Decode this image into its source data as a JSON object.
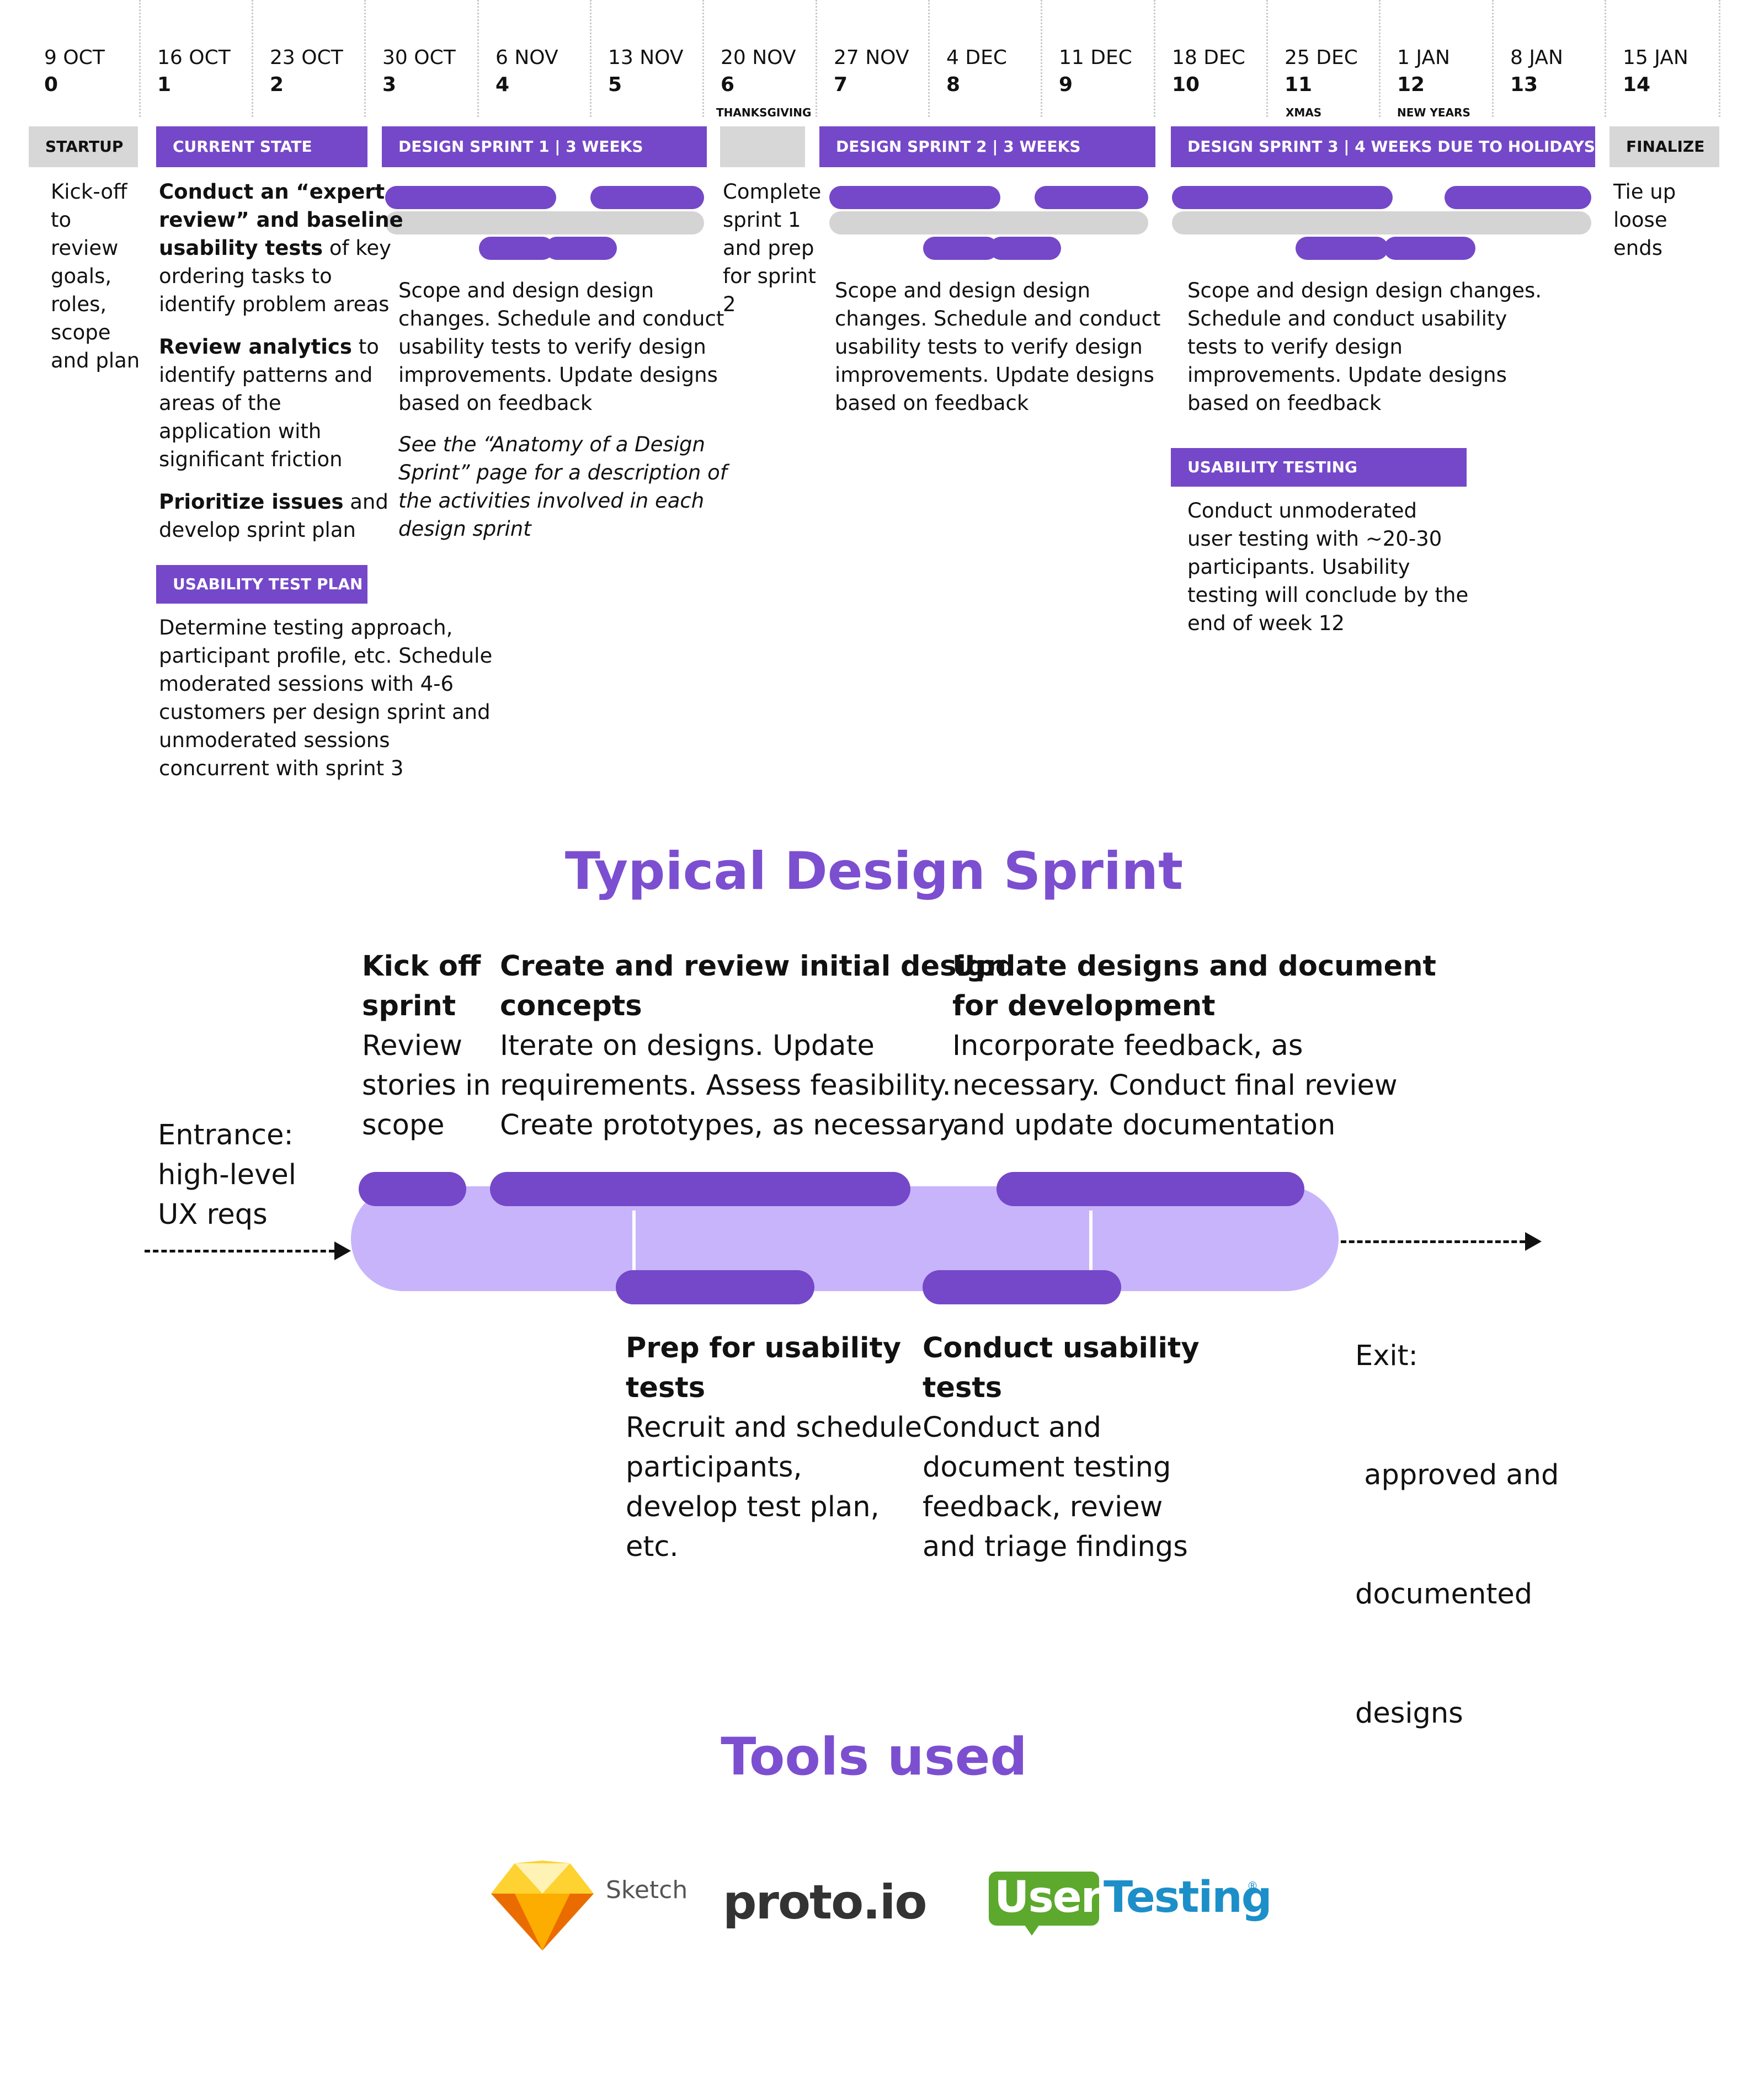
{
  "timeline": {
    "weeks": [
      {
        "date": "9 OCT",
        "num": "0"
      },
      {
        "date": "16 OCT",
        "num": "1"
      },
      {
        "date": "23 OCT",
        "num": "2"
      },
      {
        "date": "30 OCT",
        "num": "3"
      },
      {
        "date": "6 NOV",
        "num": "4"
      },
      {
        "date": "13 NOV",
        "num": "5"
      },
      {
        "date": "20 NOV",
        "num": "6",
        "note": "THANKSGIVING"
      },
      {
        "date": "27 NOV",
        "num": "7"
      },
      {
        "date": "4 DEC",
        "num": "8"
      },
      {
        "date": "11 DEC",
        "num": "9"
      },
      {
        "date": "18 DEC",
        "num": "10"
      },
      {
        "date": "25 DEC",
        "num": "11",
        "note": "XMAS"
      },
      {
        "date": "1 JAN",
        "num": "12",
        "note": "NEW YEARS"
      },
      {
        "date": "8 JAN",
        "num": "13"
      },
      {
        "date": "15 JAN",
        "num": "14"
      }
    ],
    "phases": {
      "startup": "STARTUP",
      "current_state": "CURRENT STATE",
      "sprint1": "DESIGN SPRINT 1 | 3 WEEKS",
      "sprint2": "DESIGN SPRINT 2 | 3 WEEKS",
      "sprint3": "DESIGN SPRINT 3 | 4 WEEKS DUE TO HOLIDAYS",
      "finalize": "FINALIZE"
    },
    "startup_text": [
      "Kick-off",
      "to",
      "review",
      "goals,",
      "roles,",
      "scope",
      "and plan"
    ],
    "current_state_text": {
      "p1_bold_a": "Conduct an “expert",
      "p1_bold_b": "review” and baseline",
      "p1_bold_c": "usability tests",
      "p1_rest_c": " of key",
      "p1_line_d": "ordering tasks to",
      "p1_line_e": "identify problem areas",
      "p2_bold": "Review analytics",
      "p2_rest": " to",
      "p2_line_b": "identify patterns and",
      "p2_line_c": "areas of the",
      "p2_line_d": "application with",
      "p2_line_e": "significant friction",
      "p3_bold": "Prioritize issues",
      "p3_rest": " and",
      "p3_line_b": "develop sprint plan"
    },
    "usability_test_plan": {
      "label": "USABILITY TEST PLAN",
      "lines": [
        "Determine testing approach,",
        "participant profile, etc. Schedule",
        "moderated sessions with 4-6",
        "customers per design sprint and",
        "unmoderated sessions",
        "concurrent with sprint 3"
      ]
    },
    "sprint1_text": [
      "Scope and design design",
      "changes. Schedule and conduct",
      "usability tests to verify design",
      "improvements. Update designs",
      "based on feedback"
    ],
    "sprint1_note": [
      "See the “Anatomy of a Design",
      "Sprint” page for a description of",
      "the activities involved in each",
      "design sprint"
    ],
    "week6_text": [
      "Complete",
      "sprint 1",
      "and prep",
      "for sprint",
      "2"
    ],
    "sprint2_text": [
      "Scope and design design",
      "changes. Schedule and conduct",
      "usability tests to verify design",
      "improvements. Update designs",
      "based on feedback"
    ],
    "sprint3_text": [
      "Scope and design design changes.",
      "Schedule and conduct usability",
      "tests to verify design",
      "improvements. Update designs",
      "based on feedback"
    ],
    "usability_testing": {
      "label": "USABILITY TESTING",
      "lines": [
        "Conduct unmoderated",
        "user testing with ~20-30",
        "participants. Usability",
        "testing will conclude by the",
        "end of week 12"
      ]
    },
    "finalize_text": [
      "Tie up",
      "loose",
      "ends"
    ]
  },
  "sprint": {
    "title": "Typical Design Sprint",
    "entrance": [
      "Entrance:",
      "high-level",
      "UX reqs"
    ],
    "exit": [
      "Exit:",
      " approved and",
      "documented",
      "designs"
    ],
    "kickoff": {
      "title": [
        "Kick off",
        "sprint"
      ],
      "body": [
        "Review",
        "stories in",
        "scope"
      ]
    },
    "create": {
      "title": [
        "Create and review initial design",
        "concepts"
      ],
      "body": [
        "Iterate on designs. Update",
        "requirements. Assess feasibility.",
        "Create prototypes, as necessary"
      ]
    },
    "update": {
      "title": [
        "Update designs and document",
        "for development"
      ],
      "body": [
        "Incorporate feedback, as",
        "necessary. Conduct final review",
        "and update documentation"
      ]
    },
    "prep": {
      "title": [
        "Prep for usability",
        "tests"
      ],
      "body": [
        "Recruit and schedule",
        "participants,",
        "develop test plan,",
        "etc."
      ]
    },
    "conduct": {
      "title": [
        "Conduct usability",
        "tests"
      ],
      "body": [
        "Conduct and",
        "document testing",
        "feedback, review",
        "and triage findings"
      ]
    }
  },
  "tools": {
    "title": "Tools used",
    "sketch": "Sketch",
    "protoio": "proto.io",
    "usertesting_a": "User",
    "usertesting_b": "Testing",
    "registered": "®"
  },
  "colors": {
    "purple": "#7448c8",
    "title_purple": "#7c4fd0",
    "light_purple": "#c8b4fb",
    "grey": "#d7d7d7"
  }
}
